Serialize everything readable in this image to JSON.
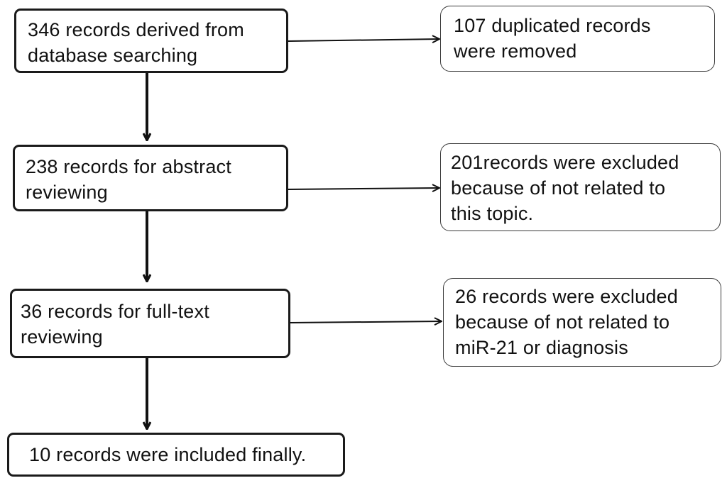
{
  "flowchart": {
    "steps": [
      {
        "text": "346 records derived from\ndatabase searching"
      },
      {
        "text": "238 records for abstract\nreviewing"
      },
      {
        "text": "36 records for full-text\nreviewing"
      },
      {
        "text": "10 records were included finally."
      }
    ],
    "exclusions": [
      {
        "text": "107 duplicated records\nwere removed"
      },
      {
        "text": "201records were excluded\nbecause of not related to\nthis topic."
      },
      {
        "text": "26 records were excluded\nbecause of not related to\nmiR-21 or diagnosis"
      }
    ]
  }
}
